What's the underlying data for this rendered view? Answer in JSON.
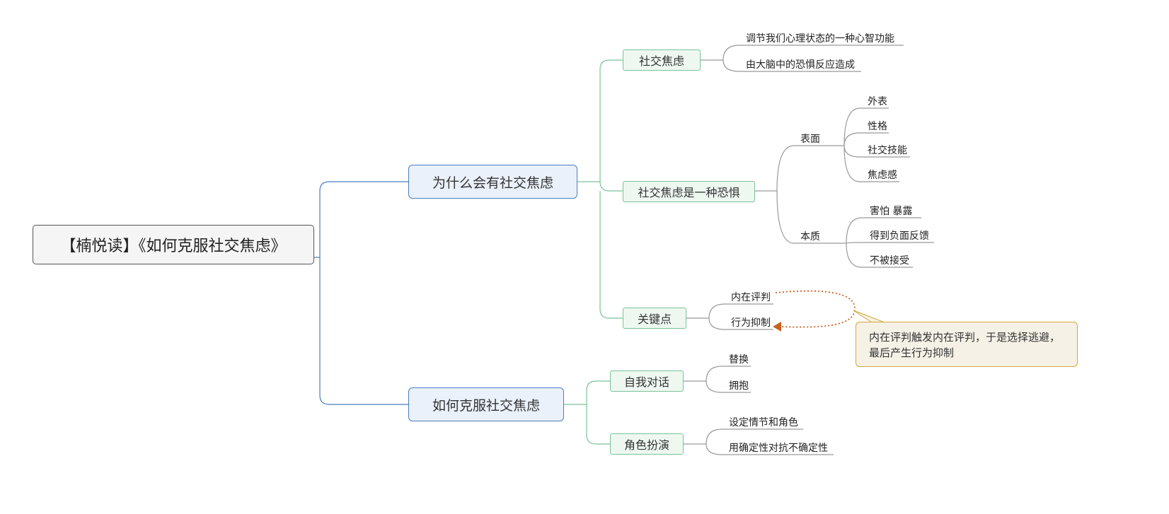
{
  "root": {
    "label": "【楠悦读】《如何克服社交焦虑》"
  },
  "branches": [
    {
      "label": "为什么会有社交焦虑",
      "children": [
        {
          "label": "社交焦虑",
          "leaves": [
            "调节我们心理状态的一种心智功能",
            "由大脑中的恐惧反应造成"
          ]
        },
        {
          "label": "社交焦虑是一种恐惧",
          "subgroups": [
            {
              "label": "表面",
              "leaves": [
                "外表",
                "性格",
                "社交技能",
                "焦虑感"
              ]
            },
            {
              "label": "本质",
              "leaves": [
                "害怕 暴露",
                "得到负面反馈",
                "不被接受"
              ]
            }
          ]
        },
        {
          "label": "关键点",
          "leaves": [
            "内在评判",
            "行为抑制"
          ]
        }
      ]
    },
    {
      "label": "如何克服社交焦虑",
      "children": [
        {
          "label": "自我对话",
          "leaves": [
            "替换",
            "拥抱"
          ]
        },
        {
          "label": "角色扮演",
          "leaves": [
            "设定情节和角色",
            "用确定性对抗不确定性"
          ]
        }
      ]
    }
  ],
  "callout": {
    "text": "内在评判触发内在评判，于是选择逃避，最后产生行为抑制"
  },
  "colors": {
    "l1_line": "#4a7fbf",
    "l2_line": "#7ac29a",
    "leaf_line": "#999999",
    "relation": "#c8611e",
    "callout_border": "#d4a83a"
  }
}
